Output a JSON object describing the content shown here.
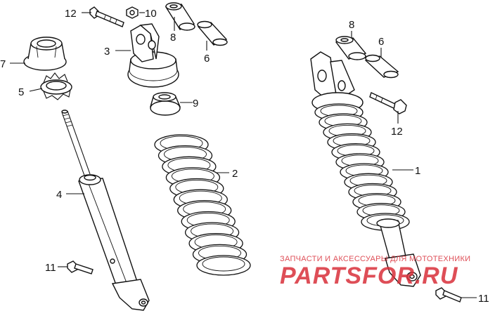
{
  "callouts": {
    "c1": "1",
    "c2": "2",
    "c3": "3",
    "c4": "4",
    "c5": "5",
    "c6a": "6",
    "c6b": "6",
    "c7": "7",
    "c8a": "8",
    "c8b": "8",
    "c9": "9",
    "c10": "10",
    "c11a": "11",
    "c11b": "11",
    "c12a": "12",
    "c12b": "12"
  },
  "watermark": {
    "tagline": "ЗАПЧАСТИ И АКСЕССУАРЫ ДЛЯ МОТОТЕХНИКИ",
    "brand": "PARTSFOR.RU",
    "color": "#d9303a"
  }
}
